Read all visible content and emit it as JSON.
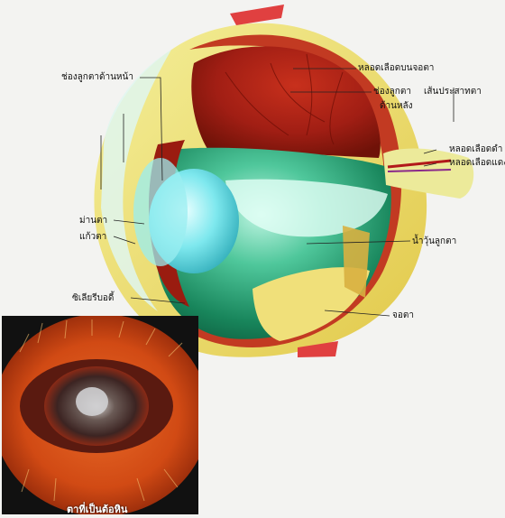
{
  "labels": {
    "anterior_chamber": "ช่องลูกตาด้านหน้า",
    "retinal_vessels": "หลอดเลือดบนจอตา",
    "posterior_chamber_line1": "ช่องลูกตา",
    "posterior_chamber_line2": "ด้านหลัง",
    "optic_nerve": "เส้นประสาทตา",
    "vein": "หลอดเลือดดำ",
    "artery": "หลอดเลือดแดง",
    "iris": "ม่านตา",
    "cornea": "แก้วตา",
    "vitreous": "น้ำวุ้นลูกตา",
    "ciliary_body": "ซิเลียรีบอดี้",
    "retina": "จอตา"
  },
  "photo_caption": "ตาที่เป็นต้อหิน",
  "colors": {
    "background": "#f3f3f1",
    "vitreous_green": "#1f9a6a",
    "retina_red": "#b0281c",
    "lens_cyan": "#6fe3e8",
    "sclera_yellow": "#efe06a"
  }
}
